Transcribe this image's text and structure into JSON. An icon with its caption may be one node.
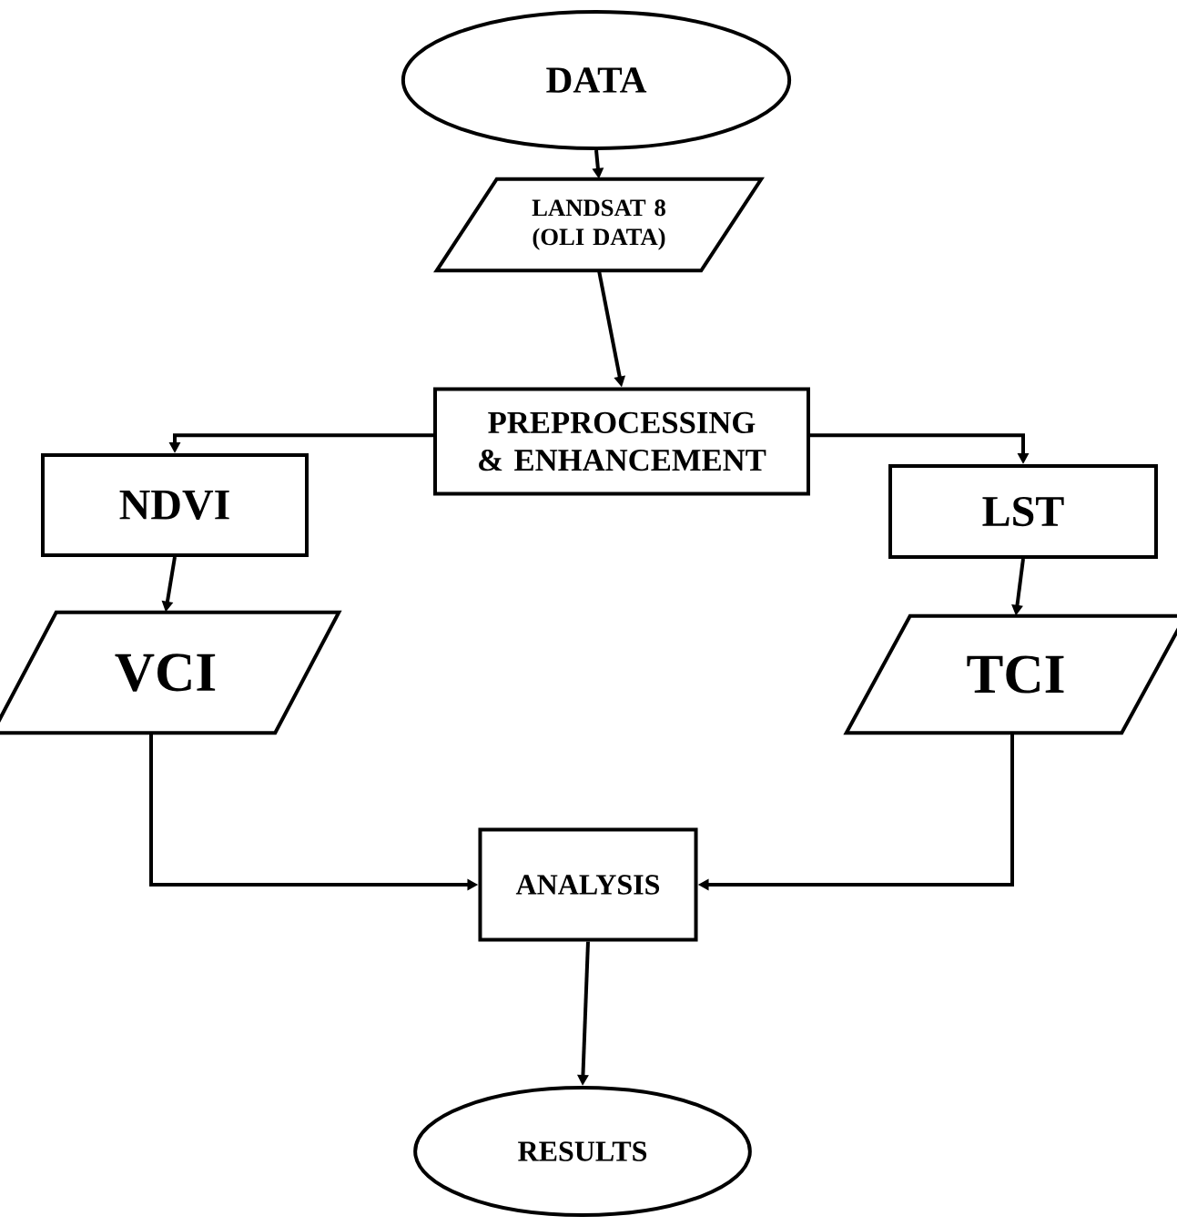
{
  "diagram": {
    "nodes": [
      {
        "text": [
          "DATA"
        ]
      },
      {
        "text": [
          "LANDSAT 8 (OLI DATA)"
        ]
      },
      {
        "text": [
          "PREPROCESSING & ENHANCEMENT"
        ]
      },
      {
        "text": [
          "NDVI"
        ]
      },
      {
        "text": [
          "LST"
        ]
      },
      {
        "text": [
          "VCI"
        ]
      },
      {
        "text": [
          "TCI"
        ]
      },
      {
        "text": [
          "ANALYSIS"
        ]
      },
      {
        "text": [
          "RESULTS"
        ]
      }
    ],
    "edges": [
      {
        "from": 0,
        "to": 1,
        "arrow": "to"
      },
      {
        "from": 1,
        "to": 2,
        "arrow": "to"
      },
      {
        "from": 2,
        "to": 3,
        "arrow": "to"
      },
      {
        "from": 2,
        "to": 4,
        "arrow": "to"
      },
      {
        "from": 3,
        "to": 5,
        "arrow": "to"
      },
      {
        "from": 4,
        "to": 6,
        "arrow": "to"
      },
      {
        "from": 5,
        "to": 7,
        "arrow": "to"
      },
      {
        "from": 6,
        "to": 7,
        "arrow": "to"
      },
      {
        "from": 7,
        "to": 8,
        "arrow": "to"
      }
    ]
  }
}
